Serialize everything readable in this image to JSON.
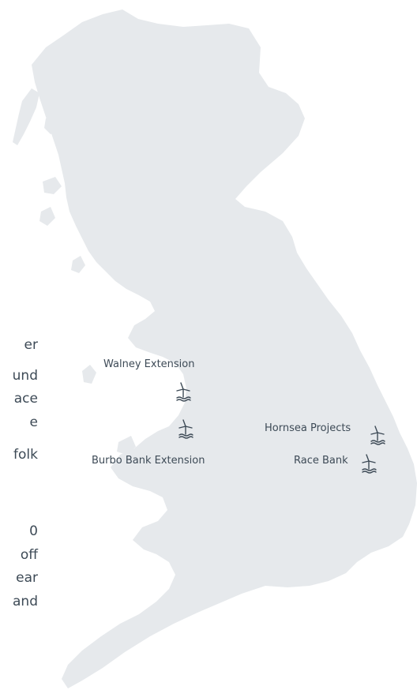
{
  "map": {
    "land_color": "#e6e9ec",
    "label_color": "#3d4a56",
    "sites": [
      {
        "name": "Walney Extension"
      },
      {
        "name": "Burbo Bank Extension"
      },
      {
        "name": "Hornsea Projects"
      },
      {
        "name": "Race Bank"
      }
    ],
    "icon": "wind-turbine-icon"
  },
  "text_fragments": [
    "er",
    "und",
    "ace",
    "e",
    "folk",
    "0",
    " off",
    "ear",
    "and"
  ]
}
